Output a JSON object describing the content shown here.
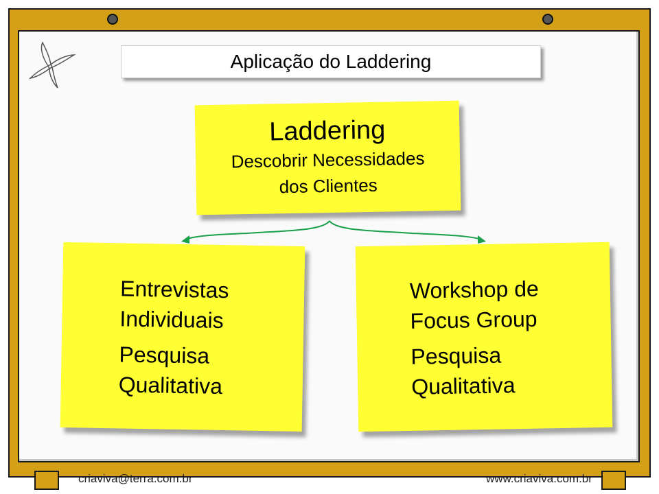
{
  "title": "Aplicação do Laddering",
  "top_note": {
    "heading": "Laddering",
    "line1": "Descobrir Necessidades",
    "line2": "dos Clientes"
  },
  "left_note": {
    "line1": "Entrevistas",
    "line2": "Individuais",
    "line3": "Pesquisa",
    "line4": "Qualitativa"
  },
  "right_note": {
    "line1": "Workshop de",
    "line2": "Focus Group",
    "line3": "Pesquisa",
    "line4": "Qualitativa"
  },
  "footer": {
    "email": "criaviva@terra.com.br",
    "website": "www.criaviva.com.br"
  },
  "colors": {
    "frame": "#d4a017",
    "note": "#ffff33",
    "arrow": "#1aa04a"
  },
  "icons": {
    "logo": "starburst-logo-icon"
  }
}
